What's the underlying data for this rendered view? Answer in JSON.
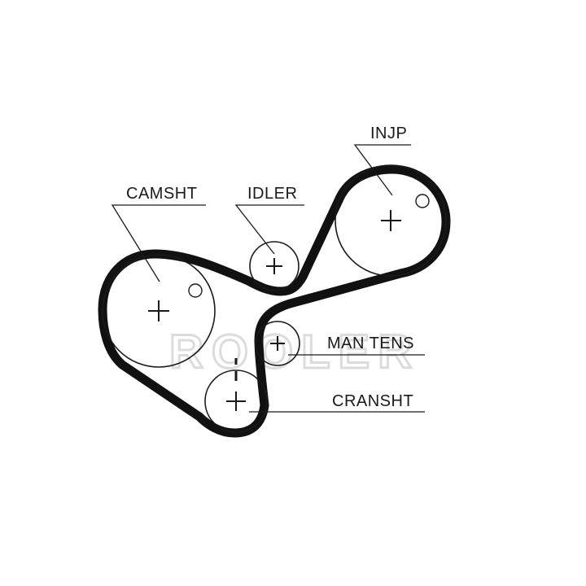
{
  "labels": {
    "injp": "INJP",
    "camsht": "CAMSHT",
    "idler": "IDLER",
    "man_tens": "MAN TENS",
    "cransht": "CRANSHT"
  },
  "watermark": "ROOLER",
  "colors": {
    "belt": "#111111",
    "line": "#1a1a1a",
    "watermark": "#dcdcdc",
    "background": "#ffffff"
  }
}
